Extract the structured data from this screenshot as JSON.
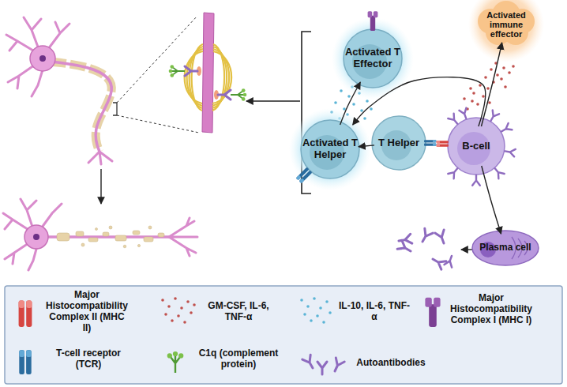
{
  "diagram": {
    "nodes": [
      {
        "text": [
          "Activated T Effector"
        ]
      },
      {
        "text": [
          "Activated immune effector"
        ]
      },
      {
        "text": [
          "Activated T Helper"
        ]
      },
      {
        "text": [
          "T Helper"
        ]
      },
      {
        "text": [
          "B-cell"
        ]
      },
      {
        "text": [
          "Plasma cell"
        ]
      }
    ],
    "edges": [
      {
        "from": 3,
        "to": 2,
        "arrow": "to"
      },
      {
        "from": 2,
        "to": 0,
        "arrow": "to"
      },
      {
        "from": 4,
        "to": 1,
        "arrow": "to"
      },
      {
        "from": 4,
        "to": 2,
        "arrow": "to"
      },
      {
        "from": 4,
        "to": 5,
        "arrow": "to"
      }
    ],
    "legend": [
      {
        "text": "Major Histocompatibility Complex II (MHC II)"
      },
      {
        "text": "T-cell receptor (TCR)"
      },
      {
        "text": "GM-CSF, IL-6, TNF-α"
      },
      {
        "text": "C1q (complement protein)"
      },
      {
        "text": "IL-10, IL-6, TNF-α"
      },
      {
        "text": "Autoantibodies"
      },
      {
        "text": "Major Histocompatibility Complex I (MHC I)"
      }
    ]
  }
}
